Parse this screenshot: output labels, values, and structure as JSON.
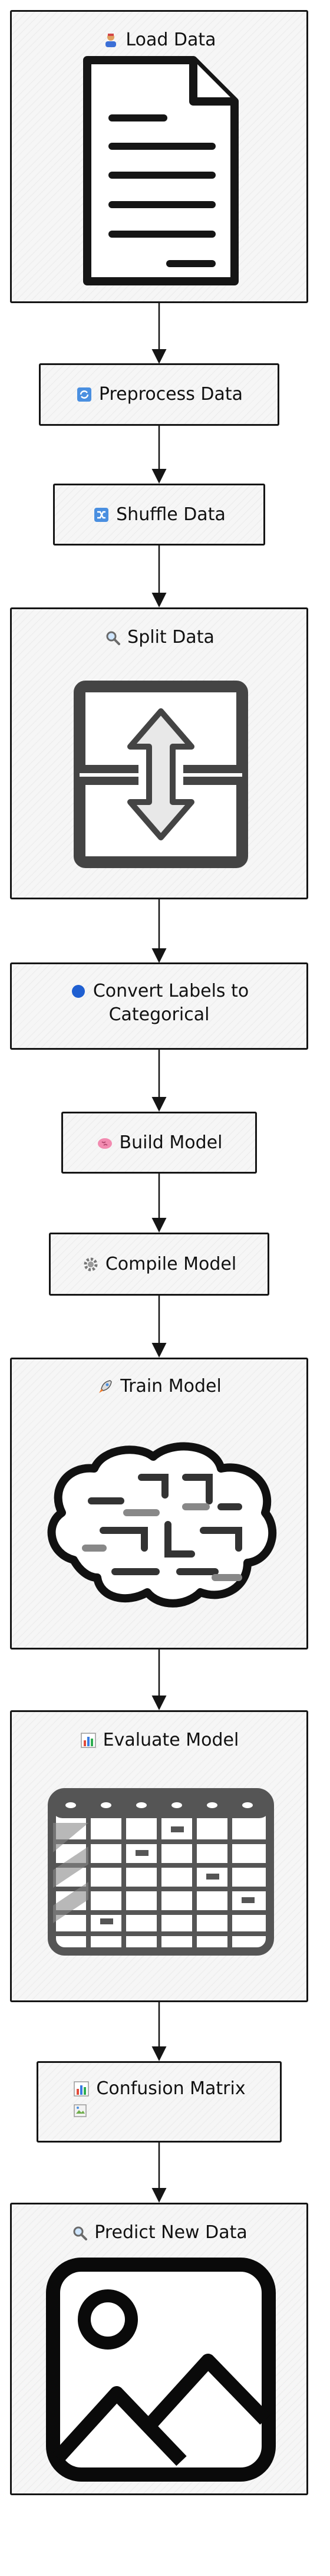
{
  "nodes": {
    "load": {
      "label": "Load Data",
      "icon": "person-icon"
    },
    "preprocess": {
      "label": "Preprocess Data",
      "icon": "refresh-icon"
    },
    "shuffle": {
      "label": "Shuffle Data",
      "icon": "shuffle-icon"
    },
    "split": {
      "label": "Split Data",
      "icon": "magnifier-icon"
    },
    "convert": {
      "label_line1": "Convert Labels to",
      "label_line2": "Categorical",
      "icon": "blue-circle-icon"
    },
    "build": {
      "label": "Build Model",
      "icon": "brain-icon"
    },
    "compile": {
      "label": "Compile Model",
      "icon": "gear-icon"
    },
    "train": {
      "label": "Train Model",
      "icon": "rocket-icon"
    },
    "evaluate": {
      "label": "Evaluate Model",
      "icon": "bar-chart-icon"
    },
    "confusion": {
      "label": "Confusion Matrix",
      "icon": "bar-chart-icon"
    },
    "predict": {
      "label": "Predict New Data",
      "icon": "magnifier-icon"
    }
  },
  "colors": {
    "stroke": "#151515",
    "fill": "#f6f6f6",
    "blue": "#1f5fd1",
    "pink": "#f28bb0"
  }
}
